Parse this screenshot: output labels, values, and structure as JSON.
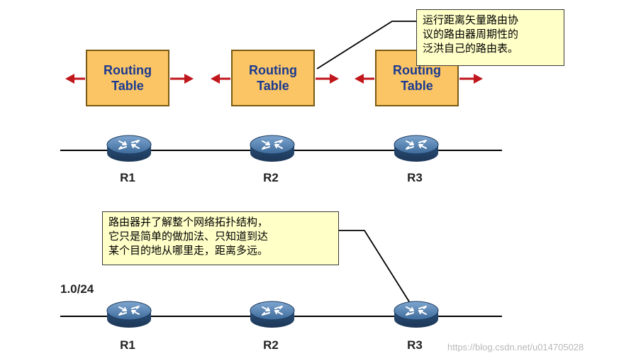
{
  "routing_table": {
    "line1": "Routing",
    "line2": "Table"
  },
  "top_callout": {
    "line1": "运行距离矢量路由协",
    "line2": "议的路由器周期性的",
    "line3": "泛洪自己的路由表。"
  },
  "bottom_callout": {
    "line1": "路由器并了解整个网络拓扑结构，",
    "line2": "它只是简单的做加法、只知道到达",
    "line3": "某个目的地从哪里走，距离多远。"
  },
  "top_routers": [
    "R1",
    "R2",
    "R3"
  ],
  "bottom_routers": [
    "R1",
    "R2",
    "R3"
  ],
  "subnet_label": "1.0/24",
  "watermark": "https://blog.csdn.net/u014705028",
  "colors": {
    "box_fill": "#fbc565",
    "arrow": "#c0161c",
    "router": "#2f5a86",
    "callout_fill": "#ffffc8"
  }
}
